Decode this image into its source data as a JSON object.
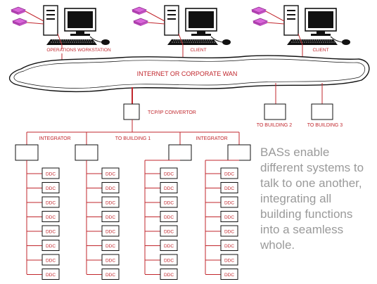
{
  "colors": {
    "line": "#c1272d",
    "ink": "#111111",
    "caption": "#9a9a9a"
  },
  "workstations": [
    {
      "label": "OPERATIONS WORKSTATION"
    },
    {
      "label": "CLIENT"
    },
    {
      "label": "CLIENT"
    }
  ],
  "network": {
    "wan_label": "INTERNET OR CORPORATE WAN"
  },
  "converter": {
    "label": "TCP/IP CONVERTOR"
  },
  "remote_buildings": [
    {
      "label": "TO BUILDING 2"
    },
    {
      "label": "TO BUILDING 3"
    }
  ],
  "bus_labels": {
    "left": "INTEGRATOR",
    "middle": "TO BUILDING 1",
    "right": "INTEGRATOR"
  },
  "ddc_label": "DDC",
  "caption": {
    "lines": [
      "BASs enable",
      "different systems to",
      "talk to one another,",
      "integrating all",
      "building functions",
      "into a seamless",
      "whole."
    ]
  },
  "icons": [
    "printer-icon",
    "desktop-computer-icon",
    "keyboard-icon",
    "mouse-icon"
  ]
}
